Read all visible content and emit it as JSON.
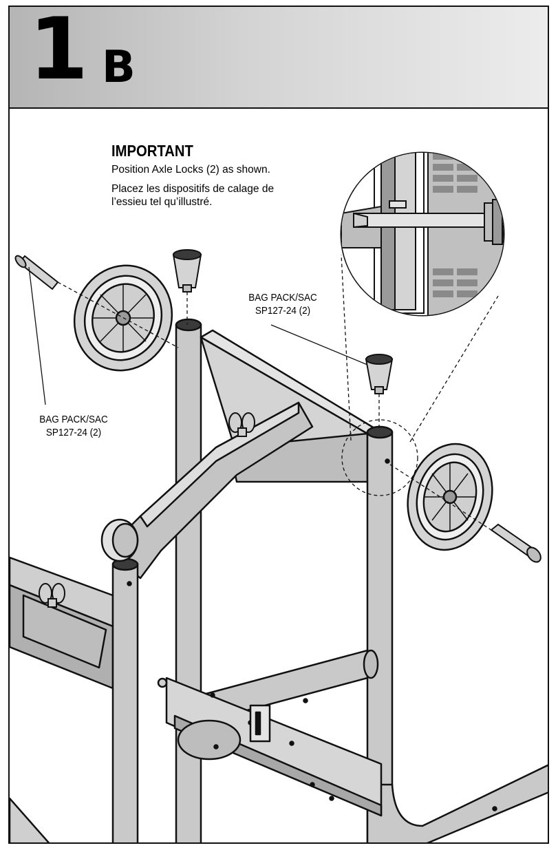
{
  "header": {
    "step_number": "1",
    "step_letter": "B"
  },
  "important": {
    "title": "IMPORTANT",
    "english": "Position Axle Locks (2) as shown.",
    "french_line1": "Placez les dispositifs de calage de",
    "french_line2": "l’essieu tel qu’illustré."
  },
  "labels": {
    "right": {
      "line1": "BAG PACK/SAC",
      "line2": "SP127-24 (2)"
    },
    "left": {
      "line1": "BAG PACK/SAC",
      "line2": "SP127-24 (2)"
    }
  },
  "colors": {
    "frame_fill": "#c9c9c9",
    "frame_shade": "#9e9e9e",
    "outline": "#111111",
    "header_gradient_start": "#b5b5b5",
    "header_gradient_end": "#ececec"
  }
}
